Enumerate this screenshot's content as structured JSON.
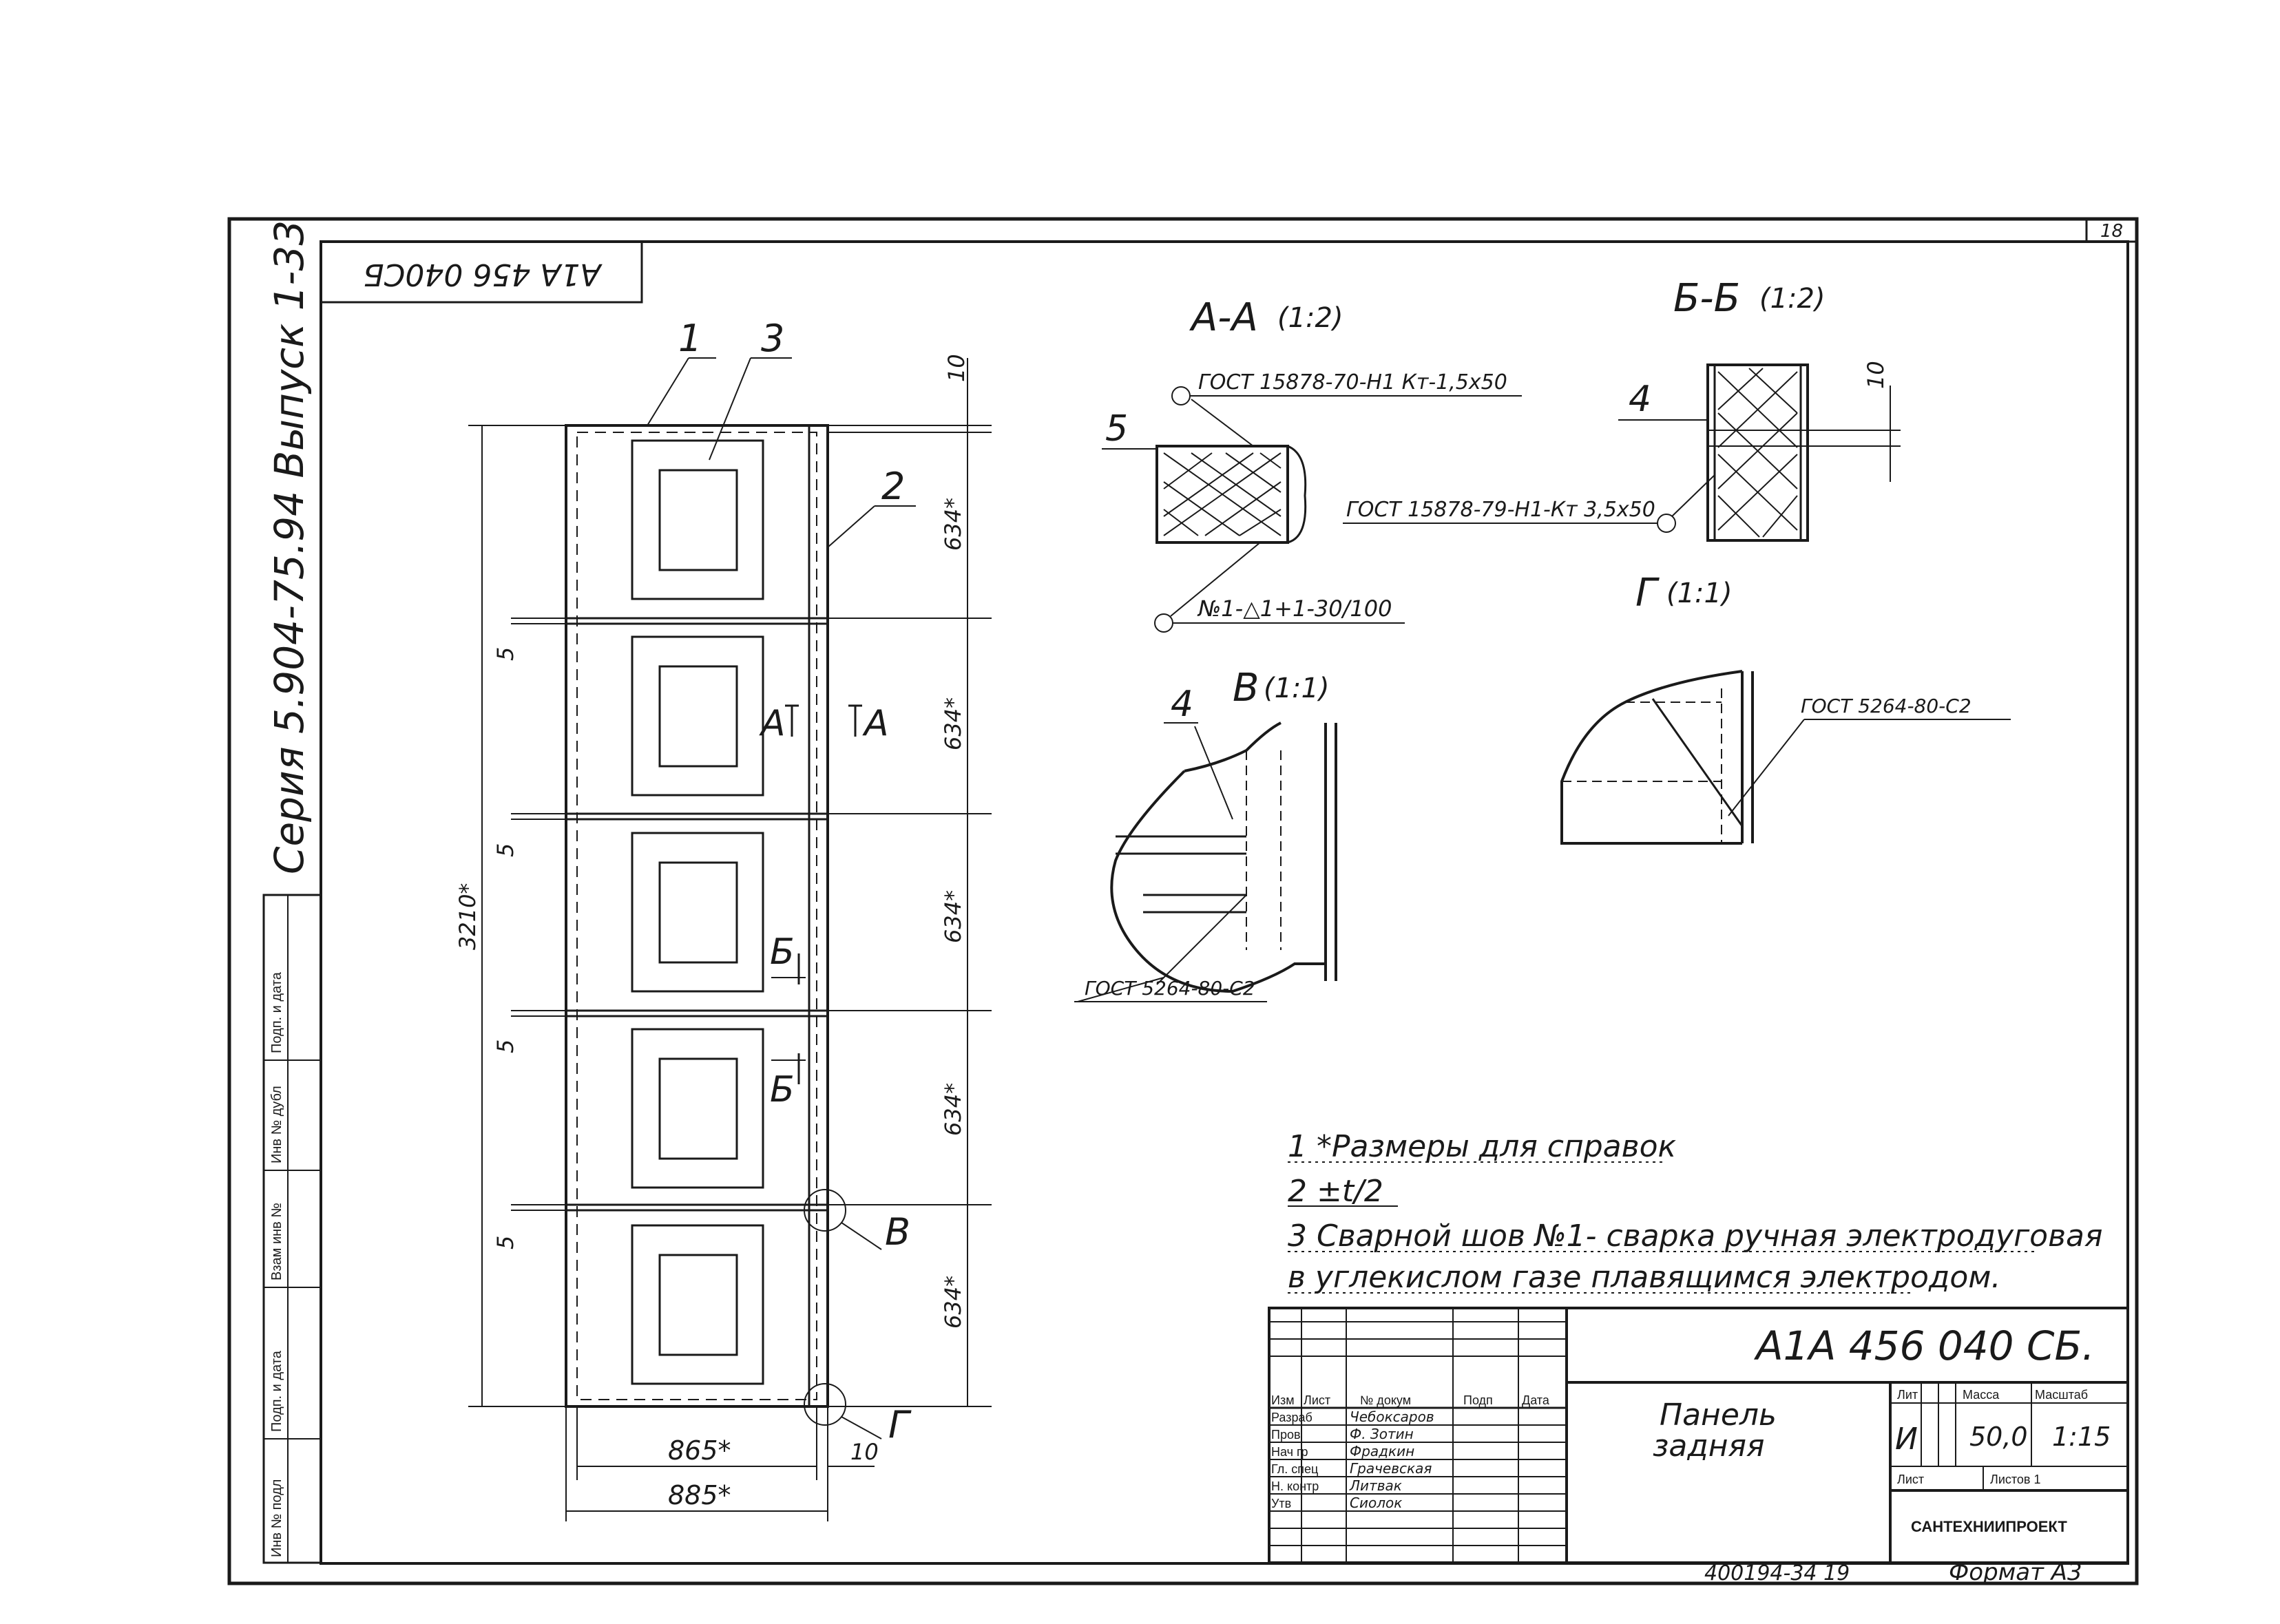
{
  "sheet": {
    "page_number": "18",
    "doc_code_rotated": "А1А 456 040СБ",
    "series_text": "Серия 5.904-75.94  Выпуск 1-33",
    "bottom_code": "400194-34  19",
    "format": "Формат А3"
  },
  "side_stamp": {
    "labels": [
      "Подп. и дата",
      "Инв № дубл",
      "Взам инв №",
      "Подп. и дата",
      "Инв № подл"
    ]
  },
  "panel_view": {
    "callouts": [
      "1",
      "3",
      "2"
    ],
    "section_marks": {
      "a_left": "А",
      "a_right": "А",
      "b_top": "Б",
      "b_bottom": "Б",
      "v": "В",
      "g": "Г"
    },
    "dims": {
      "top": "10",
      "heights": [
        "634*",
        "634*",
        "634*",
        "634*",
        "634*"
      ],
      "total_height": "3210*",
      "gaps": [
        "5",
        "5",
        "5",
        "5"
      ],
      "width_inner": "865*",
      "width_outer": "885*",
      "bottom": "10"
    }
  },
  "section_aa": {
    "title": "А-А",
    "scale": "(1:2)",
    "callout": "5",
    "rivet_note": "ГОСТ 15878-70-Н1 Кт-1,5х50",
    "weld_note": "№1-△1+1-30/100"
  },
  "section_bb": {
    "title": "Б-Б",
    "scale": "(1:2)",
    "callout": "4",
    "dim": "10",
    "rivet_note": "ГОСТ 15878-79-Н1-Кт 3,5х50"
  },
  "view_v": {
    "title": "В",
    "scale": "(1:1)",
    "callout": "4",
    "weld_note": "ГОСТ 5264-80-С2"
  },
  "view_g": {
    "title": "Г",
    "scale": "(1:1)",
    "weld_note": "ГОСТ 5264-80-С2"
  },
  "notes": [
    "1 *Размеры для справок",
    "2 ±t/2",
    "3 Сварной шов №1- сварка ручная электродуговая",
    "в углекислом газе плавящимся электродом."
  ],
  "title_block": {
    "designation": "А1А 456 040 СБ.",
    "name_line1": "Панель",
    "name_line2": "задняя",
    "header": [
      "Изм",
      "Лист",
      "№ докум",
      "Подп",
      "Дата"
    ],
    "roles": [
      {
        "role": "Разраб",
        "name": "Чебоксаров"
      },
      {
        "role": "Пров",
        "name": "Ф. Зотин"
      },
      {
        "role": "Нач гр",
        "name": "Фрадкин"
      },
      {
        "role": "Гл. спец",
        "name": "Грачевская"
      },
      {
        "role": "Н. контр",
        "name": "Литвак"
      },
      {
        "role": "Утв",
        "name": "Сиолок"
      }
    ],
    "lit_header": "Лит",
    "mass_header": "Масса",
    "scale_header": "Масштаб",
    "lit_value": "И",
    "mass_value": "50,0",
    "scale_value": "1:15",
    "sheet_label": "Лист",
    "sheets_label": "Листов 1",
    "organization": "САНТЕХНИИПРОЕКТ"
  }
}
